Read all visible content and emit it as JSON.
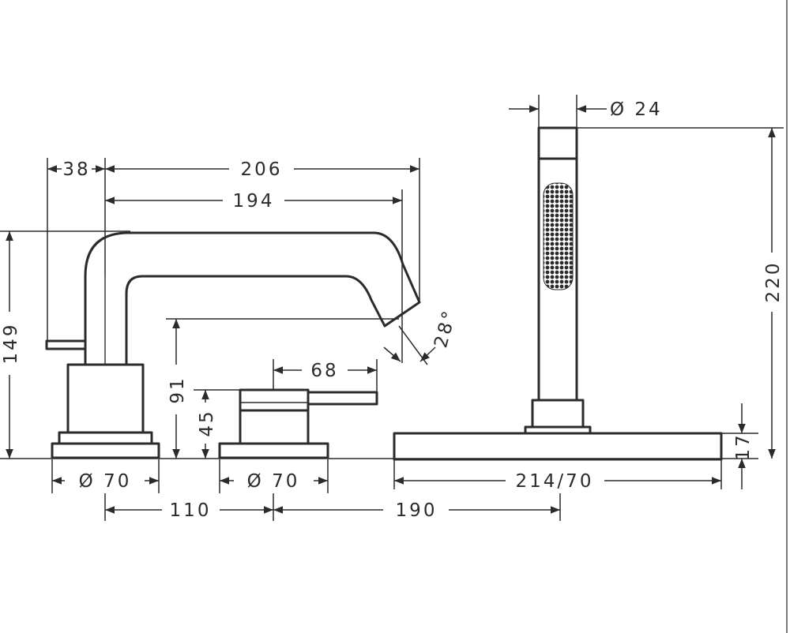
{
  "dimensions": {
    "handle_offset": "38",
    "spout_reach_outer": "206",
    "spout_reach_inner": "194",
    "spout_height": "149",
    "spout_outlet_height": "91",
    "mixer_height": "45",
    "lever_length": "68",
    "spout_angle": "28°",
    "spout_base_diameter": "Ø 70",
    "mixer_base_diameter": "Ø 70",
    "spout_to_mixer": "110",
    "mixer_to_shower": "190",
    "shower_diameter": "Ø 24",
    "shower_height": "220",
    "plate_height": "17",
    "plate_size": "214/70"
  }
}
